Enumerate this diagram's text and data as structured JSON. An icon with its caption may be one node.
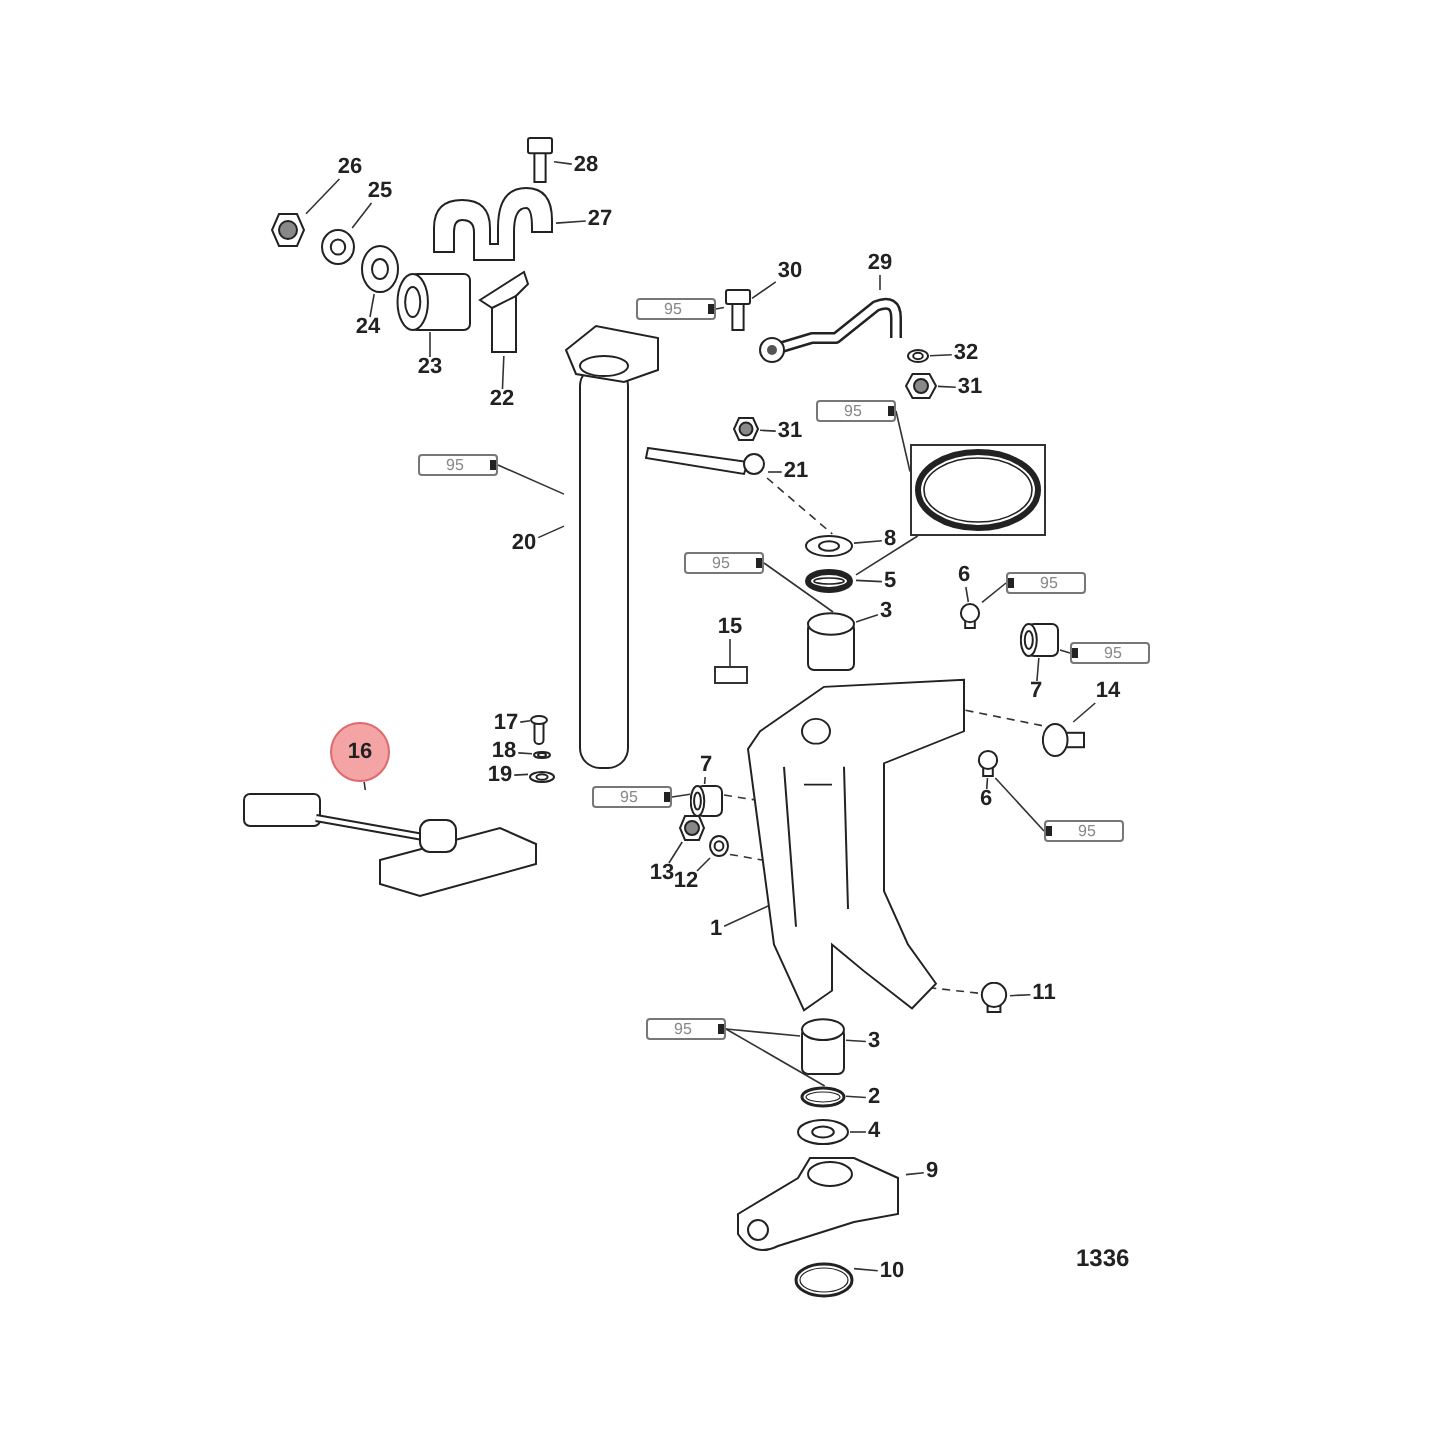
{
  "diagram": {
    "nodes": [
      {
        "text": [
          "28"
        ]
      },
      {
        "text": [
          "26"
        ]
      },
      {
        "text": [
          "25"
        ]
      },
      {
        "text": [
          "27"
        ]
      },
      {
        "text": [
          "30"
        ]
      },
      {
        "text": [
          "29"
        ]
      },
      {
        "text": [
          "24"
        ]
      },
      {
        "text": [
          "32"
        ]
      },
      {
        "text": [
          "23"
        ]
      },
      {
        "text": [
          "31"
        ]
      },
      {
        "text": [
          "22"
        ]
      },
      {
        "text": [
          "31"
        ]
      },
      {
        "text": [
          "21"
        ]
      },
      {
        "text": [
          "20"
        ]
      },
      {
        "text": [
          "8"
        ]
      },
      {
        "text": [
          "6"
        ]
      },
      {
        "text": [
          "5"
        ]
      },
      {
        "text": [
          "3"
        ]
      },
      {
        "text": [
          "15"
        ]
      },
      {
        "text": [
          "7"
        ]
      },
      {
        "text": [
          "14"
        ]
      },
      {
        "text": [
          "16"
        ]
      },
      {
        "text": [
          "17"
        ]
      },
      {
        "text": [
          "7"
        ]
      },
      {
        "text": [
          "18"
        ]
      },
      {
        "text": [
          "6"
        ]
      },
      {
        "text": [
          "19"
        ]
      },
      {
        "text": [
          "13"
        ]
      },
      {
        "text": [
          "12"
        ]
      },
      {
        "text": [
          "1"
        ]
      },
      {
        "text": [
          "11"
        ]
      },
      {
        "text": [
          "3"
        ]
      },
      {
        "text": [
          "2"
        ]
      },
      {
        "text": [
          "4"
        ]
      },
      {
        "text": [
          "9"
        ]
      },
      {
        "text": [
          "10"
        ]
      },
      {
        "text": [
          "95"
        ]
      },
      {
        "text": [
          "95"
        ]
      },
      {
        "text": [
          "95"
        ]
      },
      {
        "text": [
          "95"
        ]
      },
      {
        "text": [
          "95"
        ]
      },
      {
        "text": [
          "95"
        ]
      },
      {
        "text": [
          "95"
        ]
      },
      {
        "text": [
          "95"
        ]
      },
      {
        "text": [
          "95"
        ]
      },
      {
        "text": [],
        "shape": "picture"
      },
      {
        "text": [],
        "shape": "picture"
      },
      {
        "text": [],
        "shape": "picture"
      },
      {
        "text": [],
        "shape": "picture"
      },
      {
        "text": [],
        "shape": "picture"
      },
      {
        "text": [],
        "shape": "cylinder"
      },
      {
        "text": [],
        "shape": "picture"
      },
      {
        "text": [],
        "shape": "picture"
      },
      {
        "text": [],
        "shape": "picture"
      },
      {
        "text": [],
        "shape": "picture"
      },
      {
        "text": [],
        "shape": "picture"
      },
      {
        "text": [],
        "shape": "picture"
      },
      {
        "text": [],
        "shape": "picture"
      },
      {
        "text": [],
        "shape": "bolt"
      },
      {
        "text": [],
        "shape": "box"
      },
      {
        "text": [],
        "shape": "picture"
      },
      {
        "text": [],
        "shape": "picture"
      },
      {
        "text": [],
        "shape": "cylinder"
      },
      {
        "text": [],
        "shape": "box"
      },
      {
        "text": [],
        "shape": "screw"
      },
      {
        "text": [],
        "shape": "cylinder"
      },
      {
        "text": [],
        "shape": "picture"
      },
      {
        "text": [],
        "shape": "pin"
      },
      {
        "text": [],
        "shape": "screw"
      },
      {
        "text": [],
        "shape": "picture"
      },
      {
        "text": [],
        "shape": "bolt"
      },
      {
        "text": [],
        "shape": "picture"
      },
      {
        "text": [],
        "shape": "picture"
      },
      {
        "text": [],
        "shape": "cylinder"
      },
      {
        "text": [],
        "shape": "picture"
      },
      {
        "text": [],
        "shape": "picture"
      },
      {
        "text": [],
        "shape": "screw"
      },
      {
        "text": [],
        "shape": "cylinder"
      },
      {
        "text": [],
        "shape": "picture"
      },
      {
        "text": [],
        "shape": "picture"
      },
      {
        "text": [],
        "shape": "picture"
      },
      {
        "text": [],
        "shape": "picture"
      }
    ],
    "edges": [
      {
        "from": 0,
        "to": 45,
        "arrow": "none"
      },
      {
        "from": 1,
        "to": 46,
        "arrow": "none"
      },
      {
        "from": 2,
        "to": 47,
        "arrow": "none"
      },
      {
        "from": 3,
        "to": 48,
        "arrow": "none"
      },
      {
        "from": 4,
        "to": 51,
        "arrow": "none"
      },
      {
        "from": 5,
        "to": 52,
        "arrow": "none"
      },
      {
        "from": 6,
        "to": 49,
        "arrow": "none"
      },
      {
        "from": 7,
        "to": 53,
        "arrow": "none"
      },
      {
        "from": 8,
        "to": 50,
        "arrow": "none"
      },
      {
        "from": 9,
        "to": 54,
        "arrow": "none"
      },
      {
        "from": 10,
        "to": 55,
        "arrow": "none"
      },
      {
        "from": 11,
        "to": 57,
        "arrow": "none"
      },
      {
        "from": 12,
        "to": 58,
        "arrow": "none"
      },
      {
        "from": 13,
        "to": 56,
        "arrow": "none"
      },
      {
        "from": 14,
        "to": 60,
        "arrow": "none"
      },
      {
        "from": 15,
        "to": 64,
        "arrow": "none"
      },
      {
        "from": 16,
        "to": 61,
        "arrow": "none"
      },
      {
        "from": 17,
        "to": 62,
        "arrow": "none"
      },
      {
        "from": 18,
        "to": 63,
        "arrow": "none"
      },
      {
        "from": 19,
        "to": 65,
        "arrow": "none"
      },
      {
        "from": 20,
        "to": 67,
        "arrow": "none"
      },
      {
        "from": 21,
        "to": 69,
        "arrow": "none"
      },
      {
        "from": 22,
        "to": 70,
        "arrow": "none"
      },
      {
        "from": 23,
        "to": 73,
        "arrow": "none"
      },
      {
        "from": 24,
        "to": 71,
        "arrow": "none"
      },
      {
        "from": 25,
        "to": 68,
        "arrow": "none"
      },
      {
        "from": 26,
        "to": 72,
        "arrow": "none"
      },
      {
        "from": 27,
        "to": 74,
        "arrow": "none"
      },
      {
        "from": 28,
        "to": 75,
        "arrow": "none"
      },
      {
        "from": 29,
        "to": 66,
        "arrow": "none"
      },
      {
        "from": 30,
        "to": 76,
        "arrow": "none"
      },
      {
        "from": 31,
        "to": 77,
        "arrow": "none"
      },
      {
        "from": 32,
        "to": 78,
        "arrow": "none"
      },
      {
        "from": 33,
        "to": 79,
        "arrow": "none"
      },
      {
        "from": 34,
        "to": 80,
        "arrow": "none"
      },
      {
        "from": 35,
        "to": 81,
        "arrow": "none"
      },
      {
        "from": 59,
        "to": 61,
        "arrow": "none"
      },
      {
        "from": 36,
        "to": 51,
        "arrow": "none"
      },
      {
        "from": 37,
        "to": 56,
        "arrow": "none"
      },
      {
        "from": 38,
        "to": 59,
        "arrow": "none"
      },
      {
        "from": 39,
        "to": 62,
        "arrow": "none"
      },
      {
        "from": 40,
        "to": 64,
        "arrow": "none"
      },
      {
        "from": 41,
        "to": 65,
        "arrow": "none"
      },
      {
        "from": 42,
        "to": 73,
        "arrow": "none"
      },
      {
        "from": 43,
        "to": 68,
        "arrow": "none"
      },
      {
        "from": 44,
        "to": 77,
        "arrow": "none"
      },
      {
        "from": 44,
        "to": 78,
        "arrow": "none"
      },
      {
        "from": 58,
        "to": 60,
        "arrow": "none",
        "style": "dashed"
      },
      {
        "from": 73,
        "to": 66,
        "arrow": "none",
        "style": "dashed"
      },
      {
        "from": 75,
        "to": 66,
        "arrow": "none",
        "style": "dashed"
      },
      {
        "from": 67,
        "to": 66,
        "arrow": "none",
        "style": "dashed"
      },
      {
        "from": 76,
        "to": 66,
        "arrow": "none",
        "style": "dashed"
      }
    ],
    "labels": [
      "1336"
    ]
  }
}
